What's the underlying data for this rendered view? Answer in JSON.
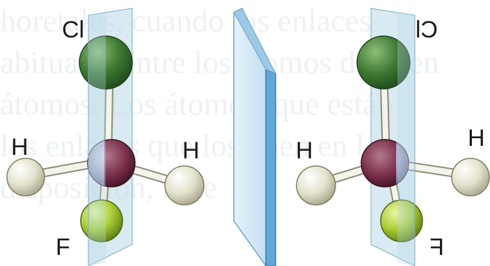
{
  "background_text": [
    "horetales, cuando los enlaces",
    "abituales entre los átomos difieren",
    "átomos. Los átomos, que están",
    "los enlaces que los unen en los",
    "                   disposición, mue"
  ],
  "labels": {
    "left": {
      "top": "Cl",
      "left": "H",
      "right": "H",
      "bottom": "F"
    },
    "right": {
      "top": "Cl",
      "left": "H",
      "right": "H",
      "bottom": "F"
    }
  },
  "colors": {
    "chlorine": "#3e7a34",
    "hydrogen": "#e8e7d4",
    "fluorine": "#a9cc34",
    "carbon_dark": "#7a2f4a",
    "carbon_light": "#a6a8c4",
    "plane": "#b9d9e8",
    "mirror": "#cfe6f6",
    "mirror_edge": "#5fa8d8"
  }
}
